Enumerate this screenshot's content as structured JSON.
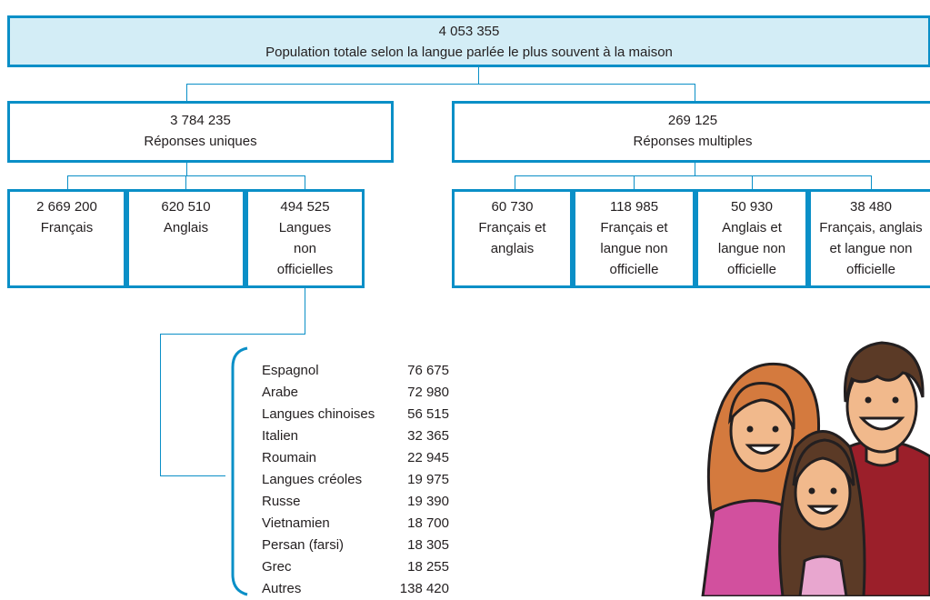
{
  "total": {
    "value": "4 053 355",
    "label": "Population totale selon la langue parlée le plus souvent à la maison"
  },
  "single": {
    "value": "3 784 235",
    "label": "Réponses uniques",
    "items": [
      {
        "value": "2 669 200",
        "label": "Français"
      },
      {
        "value": "620 510",
        "label": "Anglais"
      },
      {
        "value": "494 525",
        "label": "Langues non officielles"
      }
    ]
  },
  "multiple": {
    "value": "269 125",
    "label": "Réponses multiples",
    "items": [
      {
        "value": "60 730",
        "label": "Français et anglais"
      },
      {
        "value": "118 985",
        "label": "Français et langue non officielle"
      },
      {
        "value": "50 930",
        "label": "Anglais et langue non officielle"
      },
      {
        "value": "38 480",
        "label": "Français, anglais et langue non officielle"
      }
    ]
  },
  "languages": [
    {
      "name": "Espagnol",
      "value": "76 675"
    },
    {
      "name": "Arabe",
      "value": "72 980"
    },
    {
      "name": "Langues chinoises",
      "value": "56 515"
    },
    {
      "name": "Italien",
      "value": "32 365"
    },
    {
      "name": "Roumain",
      "value": "22 945"
    },
    {
      "name": "Langues créoles",
      "value": "19 975"
    },
    {
      "name": "Russe",
      "value": "19 390"
    },
    {
      "name": "Vietnamien",
      "value": "18 700"
    },
    {
      "name": "Persan (farsi)",
      "value": "18 305"
    },
    {
      "name": "Grec",
      "value": "18 255"
    },
    {
      "name": "Autres",
      "value": "138 420"
    }
  ],
  "colors": {
    "border": "#0a8fc7",
    "top_fill": "#d3edf6"
  }
}
